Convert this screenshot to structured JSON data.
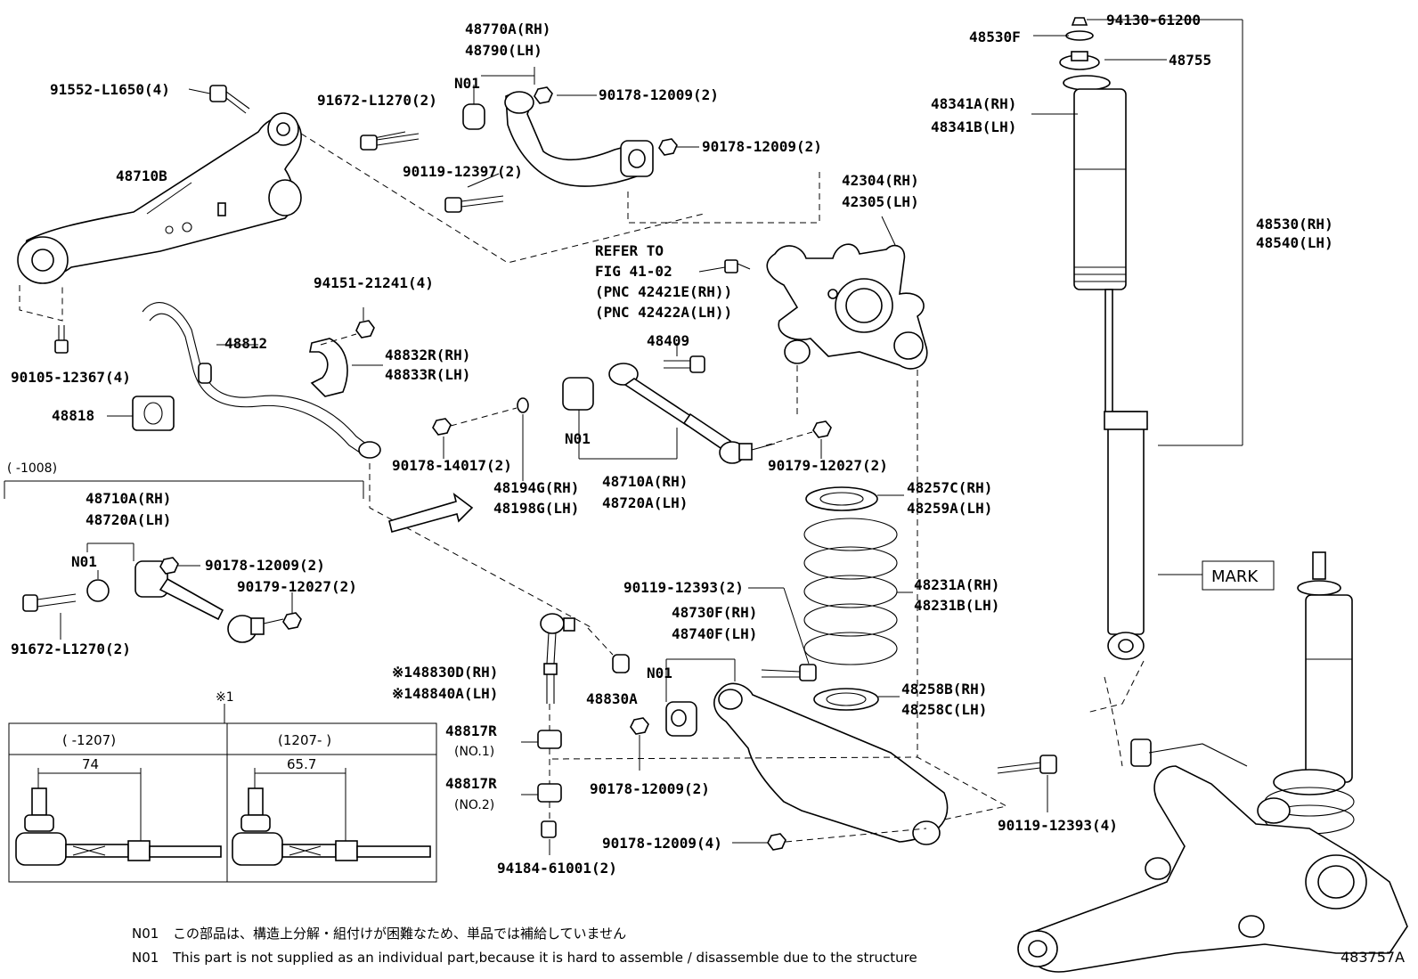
{
  "figure_id": "483757A",
  "labels": {
    "l_94130": "94130-61200",
    "l_48530F": "48530F",
    "l_48755": "48755",
    "l_48341A": "48341A(RH)",
    "l_48341B": "48341B(LH)",
    "l_48530": "48530(RH)",
    "l_48540": "48540(LH)",
    "l_mark": "MARK",
    "l_48770A": "48770A(RH)",
    "l_48790": "48790(LH)",
    "l_n01_top": "N01",
    "l_91552": "91552-L1650(4)",
    "l_91672_top": "91672-L1270(2)",
    "l_90178_a": "90178-12009(2)",
    "l_90178_b": "90178-12009(2)",
    "l_90119_12397": "90119-12397(2)",
    "l_48710B": "48710B",
    "l_42304": "42304(RH)",
    "l_42305": "42305(LH)",
    "l_refer1": "REFER TO",
    "l_refer2": "FIG 41-02",
    "l_refer3": "(PNC 42421E(RH))",
    "l_refer4": "(PNC 42422A(LH))",
    "l_94151": "94151-21241(4)",
    "l_48812": "48812",
    "l_48832R": "48832R(RH)",
    "l_48833R": "48833R(LH)",
    "l_90105": "90105-12367(4)",
    "l_48818": "48818",
    "l_48409": "48409",
    "l_n01_mid": "N01",
    "l_90178_14017": "90178-14017(2)",
    "l_48194G": "48194G(RH)",
    "l_48198G": "48198G(LH)",
    "l_48710A_mid": "48710A(RH)",
    "l_48720A_mid": "48720A(LH)",
    "l_90179_mid": "90179-12027(2)",
    "l_range_top": "(      -1008)",
    "l_48710A_box": "48710A(RH)",
    "l_48720A_box": "48720A(LH)",
    "l_n01_box": "N01",
    "l_90178_box": "90178-12009(2)",
    "l_90179_box": "90179-12027(2)",
    "l_91672_box": "91672-L1270(2)",
    "l_48257C": "48257C(RH)",
    "l_48259A": "48259A(LH)",
    "l_48231A": "48231A(RH)",
    "l_48231B": "48231B(LH)",
    "l_48258B": "48258B(RH)",
    "l_48258C": "48258C(LH)",
    "l_90119_12393_top": "90119-12393(2)",
    "l_48730F": "48730F(RH)",
    "l_48740F": "48740F(LH)",
    "l_n01_low": "N01",
    "l_48830D": "※148830D(RH)",
    "l_48840A": "※148840A(LH)",
    "l_48830A": "48830A",
    "l_48817R_1": "48817R",
    "l_no1": "(NO.1)",
    "l_48817R_2": "48817R",
    "l_no2": "(NO.2)",
    "l_94184": "94184-61001(2)",
    "l_90178_low2": "90178-12009(2)",
    "l_90178_low4": "90178-12009(4)",
    "l_90119_12393_bot": "90119-12393(4)",
    "l_note_mark": "※1",
    "l_inset_left_range": "(      -1207)",
    "l_inset_right_range": "(1207-      )",
    "l_dim_74": "74",
    "l_dim_657": "65.7"
  },
  "notes": {
    "n01_code": "N01",
    "ja": "この部品は、構造上分解・組付けが困難なため、単品では補給していません",
    "en": "This part is not supplied as an individual part,because it is hard to assemble / disassemble due to the structure"
  },
  "icons": [
    "shock-absorber-icon",
    "coil-spring-icon",
    "knuckle-icon",
    "control-arm-icon",
    "stabilizer-bar-icon",
    "bolt-icon",
    "nut-icon",
    "bushing-icon",
    "assembly-view-icon"
  ]
}
